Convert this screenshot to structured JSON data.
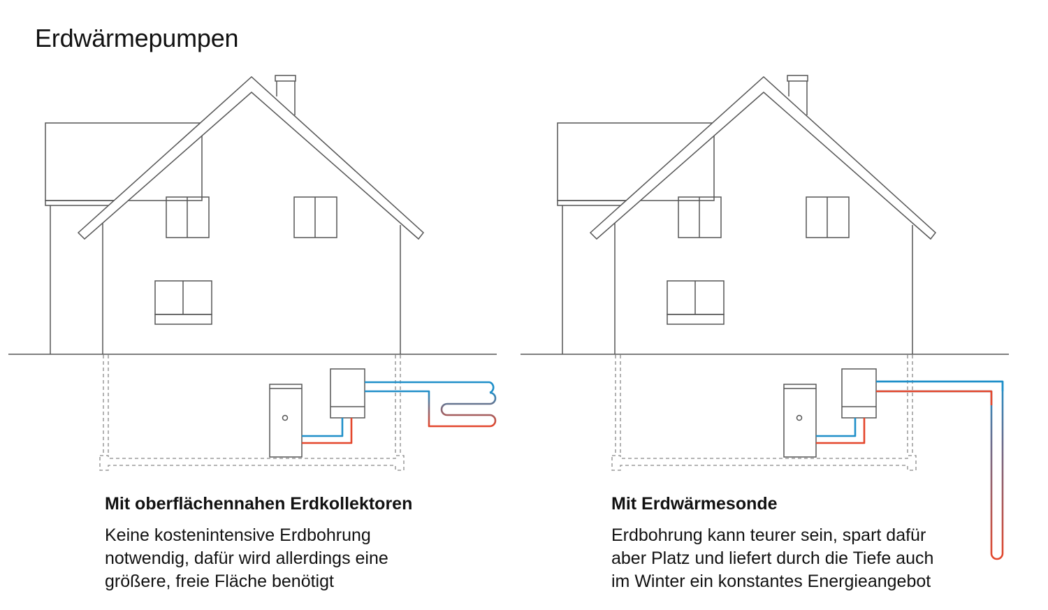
{
  "title": "Erdwärmepumpen",
  "colors": {
    "line": "#555555",
    "cold_pipe": "#1f8fc9",
    "warm_pipe": "#e4462b",
    "blend_pipe": "#6a6a8a"
  },
  "panels": [
    {
      "id": "left",
      "variant": "ground-collectors",
      "heading": "Mit oberflächennahen Erdkollektoren",
      "text_lines": [
        "Keine kostenintensive Erdbohrung",
        "notwendig, dafür wird allerdings eine",
        "größere, freie Fläche benötigt"
      ]
    },
    {
      "id": "right",
      "variant": "borehole-probe",
      "heading": "Mit Erdwärmesonde",
      "text_lines": [
        "Erdbohrung kann teurer sein, spart dafür",
        "aber Platz und liefert durch die Tiefe auch",
        "im Winter ein konstantes Energieangebot"
      ]
    }
  ]
}
